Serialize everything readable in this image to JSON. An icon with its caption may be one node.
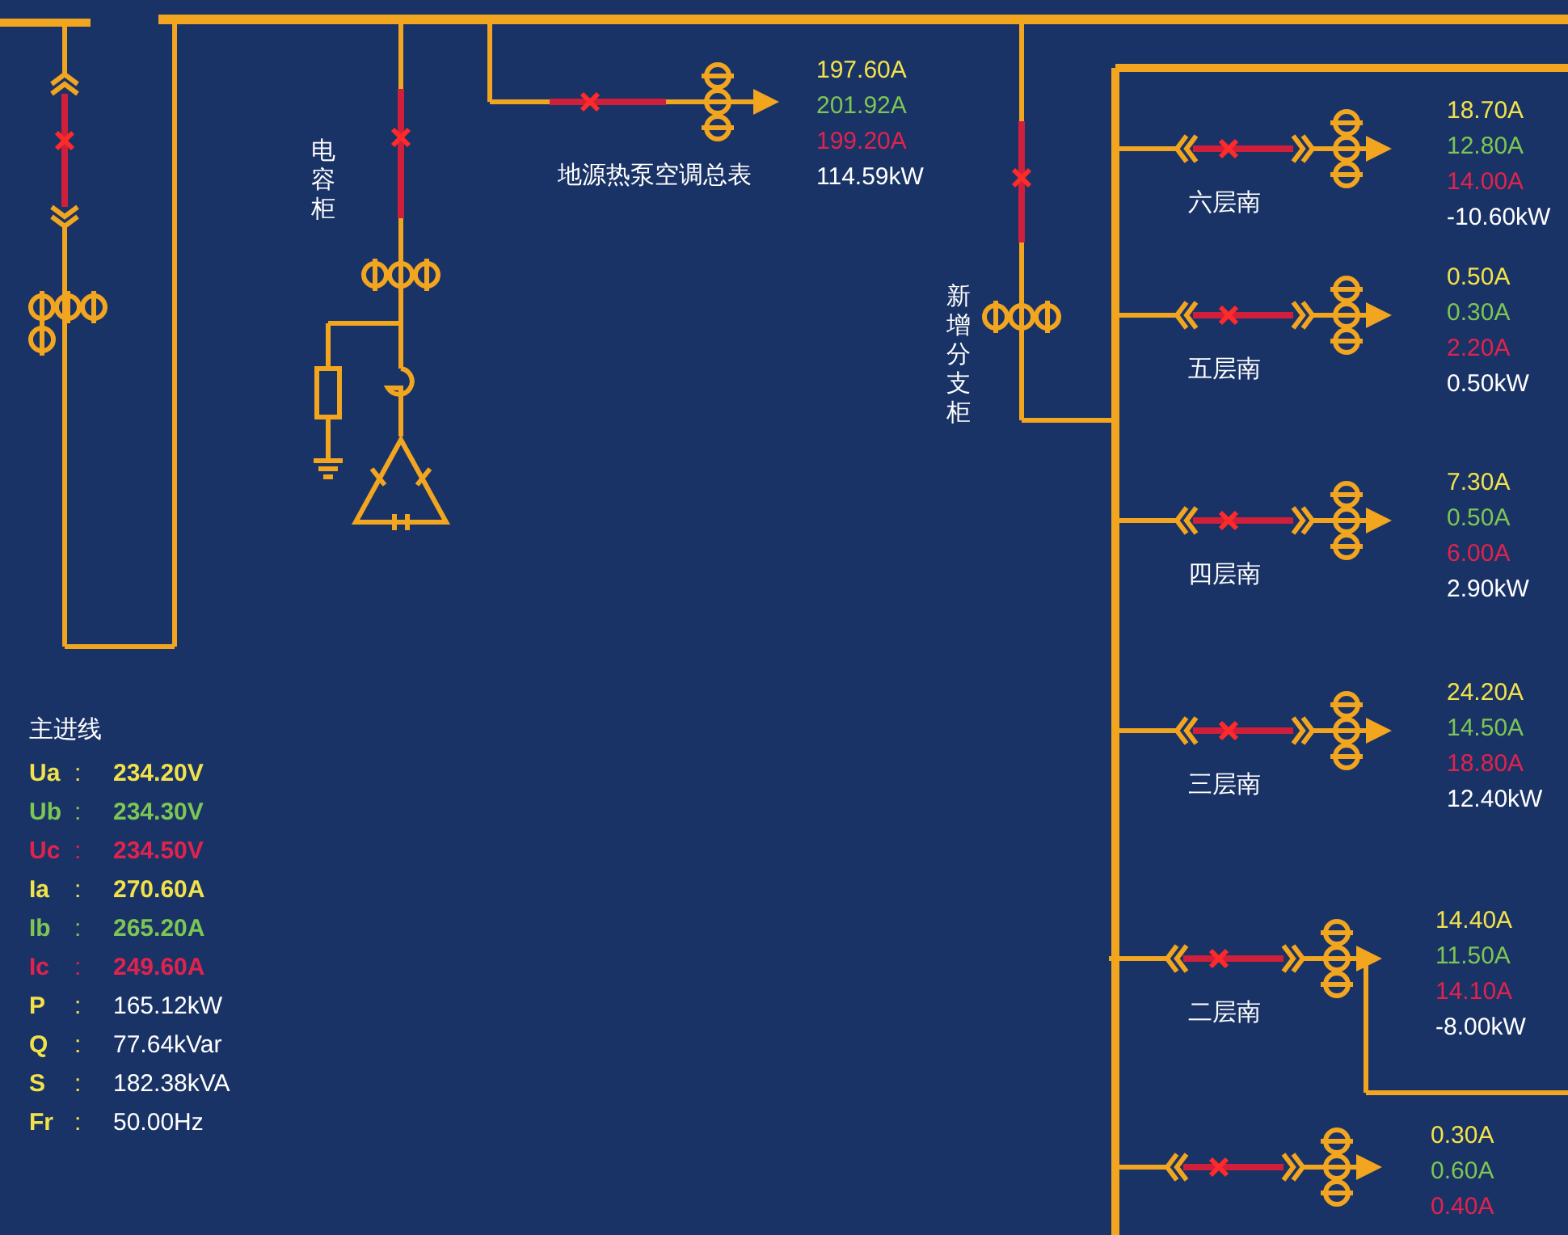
{
  "diagram": {
    "labels": [
      "电容柜",
      "地源热泵空调总表",
      "197.60A",
      "201.92A",
      "199.20A",
      "114.59kW",
      "新增分支柜",
      "六层南",
      "18.70A",
      "12.80A",
      "14.00A",
      "-10.60kW",
      "五层南",
      "0.50A",
      "0.30A",
      "2.20A",
      "0.50kW",
      "四层南",
      "7.30A",
      "0.50A",
      "6.00A",
      "2.90kW",
      "三层南",
      "24.20A",
      "14.50A",
      "18.80A",
      "12.40kW",
      "二层南",
      "14.40A",
      "11.50A",
      "14.10A",
      "-8.00kW",
      "0.30A",
      "0.60A",
      "0.40A",
      "主进线",
      "Ua",
      ":",
      "234.20V",
      "Ub",
      ":",
      "234.30V",
      "Uc",
      ":",
      "234.50V",
      "Ia",
      ":",
      "270.60A",
      "Ib",
      ":",
      "265.20A",
      "Ic",
      ":",
      "249.60A",
      "P",
      ":",
      "165.12kW",
      "Q",
      ":",
      "77.64kVar",
      "S",
      ":",
      "182.38kVA",
      "Fr",
      ":",
      "50.00Hz"
    ]
  }
}
